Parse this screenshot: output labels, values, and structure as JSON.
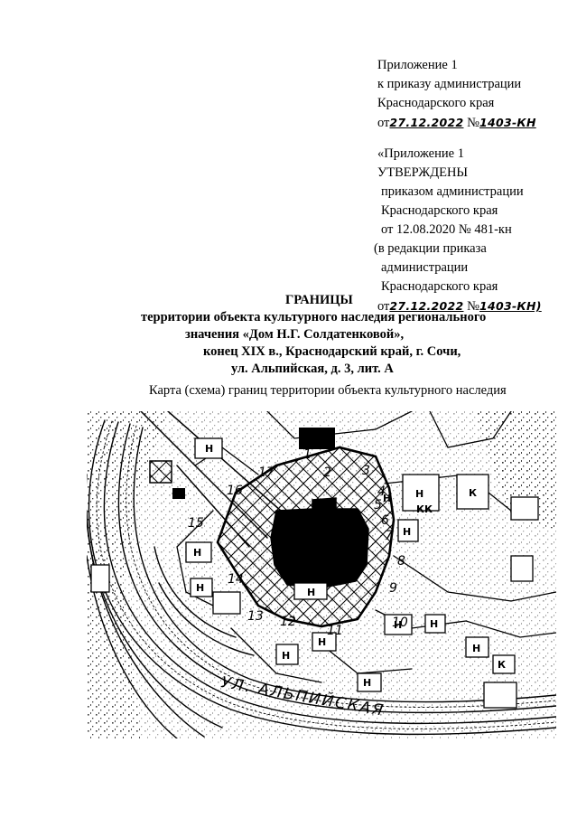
{
  "appendix": {
    "line1": "Приложение 1",
    "line2": "к приказу администрации",
    "line3": "Краснодарского края",
    "from_prefix": "от",
    "date": "27.12.2022",
    "no_sign": "№",
    "number": "1403-КН",
    "quote_line1": "«Приложение 1",
    "quote_line2": "УТВЕРЖДЕНЫ",
    "quote_line3": "приказом администрации",
    "quote_line4": "Краснодарского края",
    "quote_line5": "от 12.08.2020 № 481-кн",
    "quote_line6": "(в редакции приказа",
    "quote_line7": "администрации",
    "quote_line8": "Краснодарского края",
    "date2": "27.12.2022",
    "number2": "1403-КН)"
  },
  "title": {
    "line1": "ГРАНИЦЫ",
    "line2": "территории объекта культурного наследия регионального",
    "line3": "значения «Дом Н.Г. Солдатенковой»,",
    "line4": "конец XIX в., Краснодарский край, г. Сочи,",
    "line5": "ул. Альпийская, д. 3, лит. А"
  },
  "caption": "Карта (схема) границ территории объекта культурного наследия",
  "map": {
    "street_label": "УЛ. АЛЬПИЙСКАЯ",
    "point_labels": [
      "1",
      "2",
      "3",
      "4",
      "5",
      "6",
      "7",
      "8",
      "9",
      "10",
      "11",
      "12",
      "13",
      "14",
      "15",
      "16",
      "17"
    ],
    "building_marks": [
      "Н",
      "Н",
      "Н",
      "Н",
      "К",
      "КК",
      "Н",
      "Н",
      "Н",
      "К",
      "Н",
      "Н",
      "Н",
      "Н",
      "Н",
      "Н"
    ]
  }
}
